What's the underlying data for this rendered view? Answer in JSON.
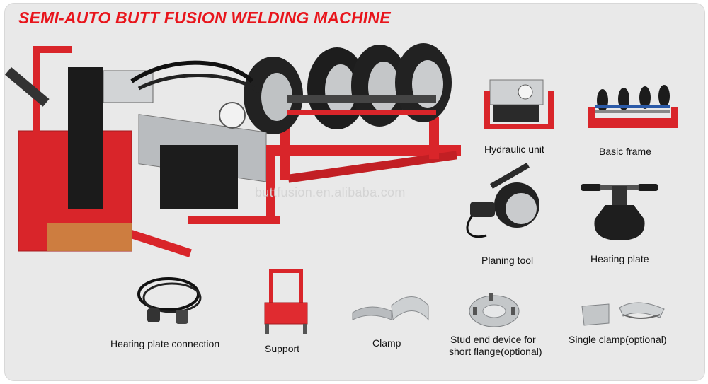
{
  "title": "SEMI-AUTO BUTT FUSION WELDING MACHINE",
  "watermark": "buttfusion.en.alibaba.com",
  "colors": {
    "title_red": "#e8141b",
    "frame_red": "#d9252a",
    "background": "#e9e9e9"
  },
  "components": [
    {
      "label": "Hydraulic unit"
    },
    {
      "label": "Basic frame"
    },
    {
      "label": "Planing tool"
    },
    {
      "label": "Heating plate"
    },
    {
      "label": "Heating plate connection"
    },
    {
      "label": "Support"
    },
    {
      "label": "Clamp"
    },
    {
      "label": "Stud end device for"
    },
    {
      "label": "short flange(optional)"
    },
    {
      "label": "Single clamp(optional)"
    }
  ]
}
